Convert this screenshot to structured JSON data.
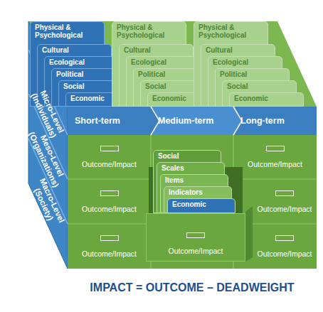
{
  "diagram": {
    "caption": "IMPACT = OUTCOME – DEADWEIGHT",
    "nodes": [
      {
        "text": [
          "Physical & Psychological"
        ]
      },
      {
        "text": [
          "Cultural"
        ]
      },
      {
        "text": [
          "Ecological"
        ]
      },
      {
        "text": [
          "Political"
        ]
      },
      {
        "text": [
          "Social"
        ]
      },
      {
        "text": [
          "Economic"
        ]
      },
      {
        "text": [
          "Physical & Psychological"
        ]
      },
      {
        "text": [
          "Cultural"
        ]
      },
      {
        "text": [
          "Ecological"
        ]
      },
      {
        "text": [
          "Political"
        ]
      },
      {
        "text": [
          "Social"
        ]
      },
      {
        "text": [
          "Economic"
        ]
      },
      {
        "text": [
          "Physical & Psychological"
        ]
      },
      {
        "text": [
          "Cultural"
        ]
      },
      {
        "text": [
          "Ecological"
        ]
      },
      {
        "text": [
          "Political"
        ]
      },
      {
        "text": [
          "Social"
        ]
      },
      {
        "text": [
          "Economic"
        ]
      },
      {
        "text": [
          "Short-term"
        ]
      },
      {
        "text": [
          "Medium-term"
        ]
      },
      {
        "text": [
          "Long-term"
        ]
      },
      {
        "text": [
          "Outcome/Impact"
        ]
      },
      {
        "text": [
          "Outcome/Impact"
        ]
      },
      {
        "text": [
          "Outcome/Impact"
        ]
      },
      {
        "text": [
          "Outcome/Impact"
        ]
      },
      {
        "text": [
          "Outcome/Impact"
        ]
      },
      {
        "text": [
          "Outcome/Impact"
        ]
      },
      {
        "text": [
          "Outcome/Impact"
        ]
      },
      {
        "text": [
          "Social"
        ],
        "in": 24
      },
      {
        "text": [
          "Scales"
        ],
        "in": 24
      },
      {
        "text": [
          "Items"
        ],
        "in": 24
      },
      {
        "text": [
          "Indicators"
        ],
        "in": 24
      },
      {
        "text": [
          "Economic"
        ],
        "in": 24
      }
    ],
    "labels": [
      "Micro-Level (Individuals)",
      "Meso-Level (Organizations)",
      "Macro-Level (Society)"
    ]
  }
}
